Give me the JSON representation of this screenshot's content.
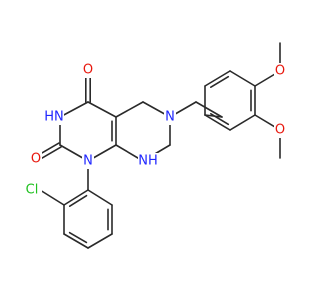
{
  "colors": {
    "background": "#ffffff",
    "bond": "#2a2a2a",
    "carbon": "#2a2a2a",
    "oxygen": "#e8170d",
    "nitrogen": "#1f26ff",
    "chlorine": "#20c020"
  },
  "atoms": [
    {
      "id": "O1",
      "text": "O",
      "element": "oxygen"
    },
    {
      "id": "O2",
      "text": "O",
      "element": "oxygen"
    },
    {
      "id": "O3",
      "text": "O",
      "element": "oxygen"
    },
    {
      "id": "O4",
      "text": "O",
      "element": "oxygen"
    },
    {
      "id": "N3",
      "text": "HN",
      "element": "nitrogen"
    },
    {
      "id": "N1",
      "text": "N",
      "element": "nitrogen"
    },
    {
      "id": "N6",
      "text": "N",
      "element": "nitrogen"
    },
    {
      "id": "N8",
      "text": "NH",
      "element": "nitrogen"
    },
    {
      "id": "Cl",
      "text": "Cl",
      "element": "chlorine"
    }
  ]
}
